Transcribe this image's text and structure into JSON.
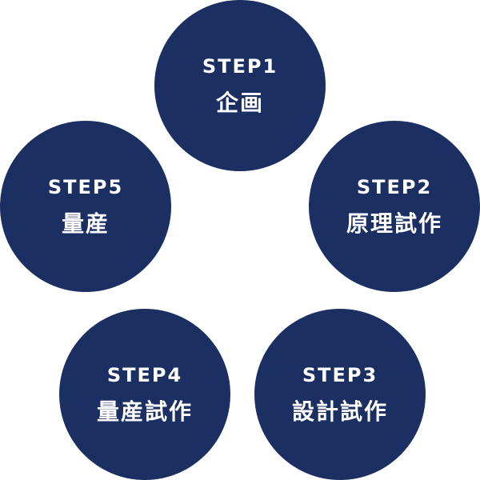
{
  "steps": [
    {
      "label": "STEP1",
      "name": "企画"
    },
    {
      "label": "STEP2",
      "name": "原理試作"
    },
    {
      "label": "STEP3",
      "name": "設計試作"
    },
    {
      "label": "STEP4",
      "name": "量産試作"
    },
    {
      "label": "STEP5",
      "name": "量産"
    }
  ],
  "colors": {
    "circle_fill": "#1c2f63",
    "text": "#ffffff",
    "background": "#ffffff"
  }
}
